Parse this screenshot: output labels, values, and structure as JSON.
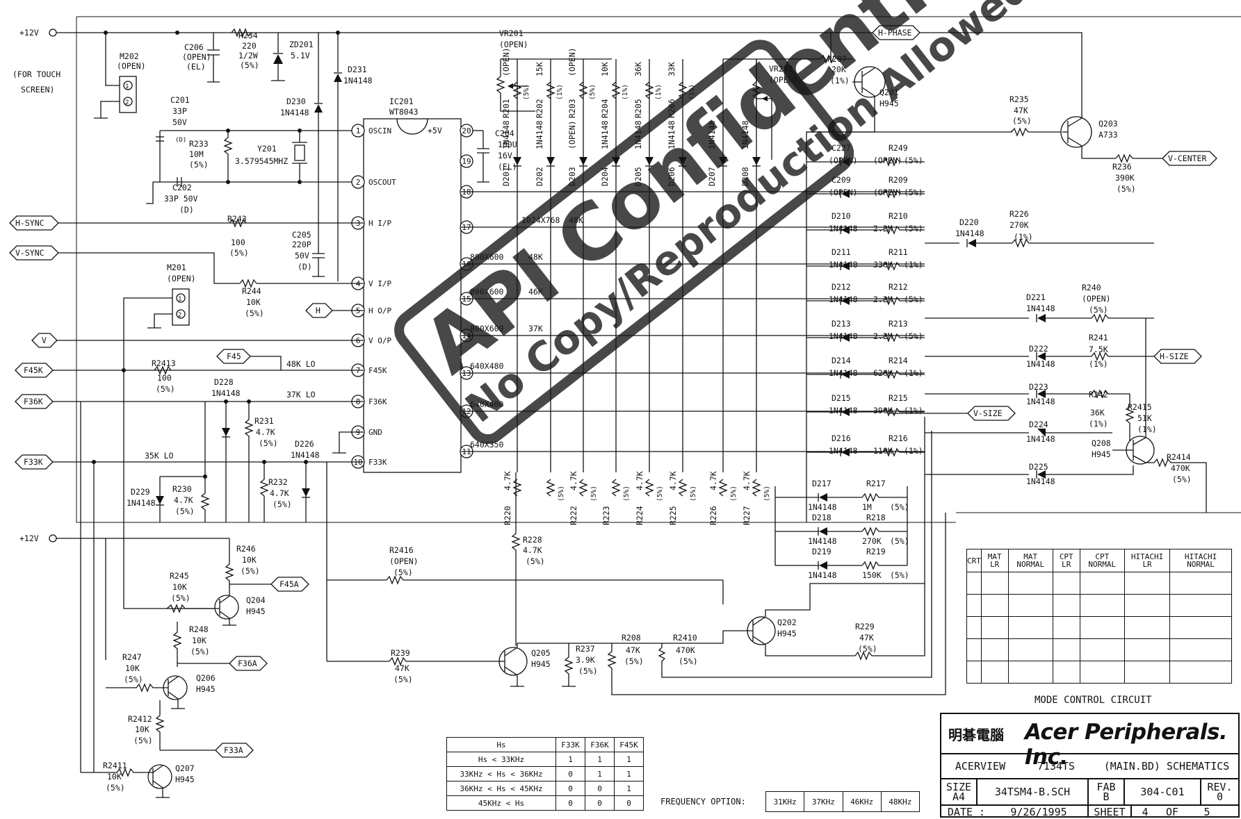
{
  "signals": {
    "plus12v_top": "+12V",
    "plus12v_bottom": "+12V",
    "h_sync": "H-SYNC",
    "v_sync": "V-SYNC",
    "h": "H",
    "v": "V",
    "f45k": "F45K",
    "f36k": "F36K",
    "f33k": "F33K",
    "f45": "F45",
    "f45a": "F45A",
    "f36a": "F36A",
    "f33a": "F33A",
    "h_phase": "H-PHASE",
    "v_center": "V-CENTER",
    "h_size": "H-SIZE",
    "v_size": "V-SIZE"
  },
  "notes": {
    "touch_screen_1": "(FOR TOUCH",
    "touch_screen_2": "SCREEN)",
    "lo48": "48K LO",
    "lo37": "37K LO",
    "lo35": "35K LO"
  },
  "ic": {
    "ref": "IC201",
    "part": "WT8043",
    "vcc": "+5V",
    "pins_left": [
      {
        "num": "1",
        "name": "OSCIN"
      },
      {
        "num": "2",
        "name": "OSCOUT"
      },
      {
        "num": "3",
        "name": "H I/P"
      },
      {
        "num": "4",
        "name": "V I/P"
      },
      {
        "num": "5",
        "name": "H O/P"
      },
      {
        "num": "6",
        "name": "V O/P"
      },
      {
        "num": "7",
        "name": "F45K"
      },
      {
        "num": "8",
        "name": "F36K"
      },
      {
        "num": "9",
        "name": "GND"
      },
      {
        "num": "10",
        "name": "F33K"
      }
    ],
    "pins_right": [
      "20",
      "19",
      "18",
      "17",
      "16",
      "15",
      "14",
      "13",
      "12",
      "11"
    ]
  },
  "modes": [
    {
      "res": "1024X768",
      "freq": "48K"
    },
    {
      "res": "800X600",
      "freq": "48K"
    },
    {
      "res": "800X600",
      "freq": "46K"
    },
    {
      "res": "800X600",
      "freq": "37K"
    },
    {
      "res": "640X480",
      "freq": ""
    },
    {
      "res": "640X400",
      "freq": ""
    },
    {
      "res": "640X350",
      "freq": ""
    }
  ],
  "parts": {
    "m202": [
      "M202",
      "(OPEN)"
    ],
    "m201": [
      "M201",
      "(OPEN)"
    ],
    "c206": [
      "C206",
      "(OPEN)",
      "(EL)"
    ],
    "r234": [
      "R234",
      "220",
      "1/2W",
      "(5%)"
    ],
    "zd201": [
      "ZD201",
      "5.1V"
    ],
    "d231": [
      "D231",
      "1N4148"
    ],
    "d230": [
      "D230",
      "1N4148"
    ],
    "c201": [
      "C201",
      "33P",
      "50V",
      "(D)"
    ],
    "r233": [
      "R233",
      "10M",
      "(5%)"
    ],
    "y201": [
      "Y201",
      "3.579545MHZ"
    ],
    "c202": [
      "C202",
      "33P 50V",
      "(D)"
    ],
    "r243": [
      "R243",
      "100",
      "(5%)"
    ],
    "c205": [
      "C205",
      "220P",
      "50V",
      "(D)"
    ],
    "r244": [
      "R244",
      "10K",
      "(5%)"
    ],
    "r2413": [
      "R2413",
      "100",
      "(5%)"
    ],
    "d228": [
      "D228",
      "1N4148"
    ],
    "r231": [
      "R231",
      "4.7K",
      "(5%)"
    ],
    "d226": [
      "D226",
      "1N4148"
    ],
    "d229": [
      "D229",
      "1N4148"
    ],
    "r230": [
      "R230",
      "4.7K",
      "(5%)"
    ],
    "r232": [
      "R232",
      "4.7K",
      "(5%)"
    ],
    "c204": [
      "C204",
      "100U",
      "16V",
      "(EL)"
    ],
    "vr201": [
      "VR201",
      "(OPEN)"
    ],
    "vr202": [
      "VR202",
      "(OPEN)"
    ],
    "r207": [
      "R207",
      "20K",
      "(1%)"
    ],
    "q201": [
      "Q201",
      "H945"
    ],
    "r235": [
      "R235",
      "47K",
      "(5%)"
    ],
    "q203": [
      "Q203",
      "A733"
    ],
    "r236": [
      "R236",
      "390K",
      "(5%)"
    ],
    "r246": [
      "R246",
      "10K",
      "(5%)"
    ],
    "r245": [
      "R245",
      "10K",
      "(5%)"
    ],
    "q204": [
      "Q204",
      "H945"
    ],
    "r248": [
      "R248",
      "10K",
      "(5%)"
    ],
    "r247": [
      "R247",
      "10K",
      "(5%)"
    ],
    "q206": [
      "Q206",
      "H945"
    ],
    "r2412": [
      "R2412",
      "10K",
      "(5%)"
    ],
    "r2411": [
      "R2411",
      "10K",
      "(5%)"
    ],
    "q207": [
      "Q207",
      "H945"
    ],
    "r2416": [
      "R2416",
      "(OPEN)",
      "(5%)"
    ],
    "r228": [
      "R228",
      "4.7K",
      "(5%)"
    ],
    "r239": [
      "R239",
      "47K",
      "(5%)"
    ],
    "q205": [
      "Q205",
      "H945"
    ],
    "r237": [
      "R237",
      "3.9K",
      "(5%)"
    ],
    "r208": [
      "R208",
      "47K",
      "(5%)"
    ],
    "r2410": [
      "R2410",
      "470K",
      "(5%)"
    ],
    "q202": [
      "Q202",
      "H945"
    ],
    "r229": [
      "R229",
      "47K",
      "(5%)"
    ],
    "d220": [
      "D220",
      "1N4148"
    ],
    "r226": [
      "R226",
      "270K",
      "(1%)"
    ],
    "d221": [
      "D221",
      "1N4148"
    ],
    "r240": [
      "R240",
      "(OPEN)",
      "(5%)"
    ],
    "d222": [
      "D222",
      "1N4148"
    ],
    "r241": [
      "R241",
      "7.5K",
      "(1%)"
    ],
    "d223": [
      "D223",
      "1N4148"
    ],
    "r242": [
      "R242",
      "36K",
      "(1%)"
    ],
    "r2415": [
      "R2415",
      "51K",
      "(1%)"
    ],
    "d224": [
      "D224",
      "1N4148"
    ],
    "q208": [
      "Q208",
      "H945"
    ],
    "d225": [
      "D225",
      "1N4148"
    ],
    "r2414": [
      "R2414",
      "470K",
      "(5%)"
    ]
  },
  "vertical_parts": [
    {
      "r": "R201",
      "rv": "(OPEN)",
      "rt": "(5%)",
      "d": "D201",
      "dp": "1N4148"
    },
    {
      "r": "R202",
      "rv": "15K",
      "rt": "(1%)",
      "d": "D202",
      "dp": "1N4148"
    },
    {
      "r": "R203",
      "rv": "(OPEN)",
      "rt": "(5%)",
      "d": "D203",
      "dp": "(OPEN)"
    },
    {
      "r": "R204",
      "rv": "10K",
      "rt": "(1%)",
      "d": "D204",
      "dp": "1N4148"
    },
    {
      "r": "R205",
      "rv": "36K",
      "rt": "(1%)",
      "d": "D205",
      "dp": "1N4148"
    },
    {
      "r": "R206",
      "rv": "33K",
      "rt": "(1%)",
      "d": "D206",
      "dp": "1N4148"
    },
    {
      "r": "",
      "rv": "",
      "rt": "",
      "d": "D207",
      "dp": "1N4148"
    },
    {
      "r": "",
      "rv": "",
      "rt": "",
      "d": "D208",
      "dp": "1N4148"
    }
  ],
  "pulldowns": [
    {
      "r": "R220",
      "v": "4.7K",
      "t": ""
    },
    {
      "r": "",
      "v": "",
      "t": "(5%)"
    },
    {
      "r": "R222",
      "v": "4.7K",
      "t": "(5%)"
    },
    {
      "r": "R223",
      "v": "",
      "t": "(5%)"
    },
    {
      "r": "R224",
      "v": "4.7K",
      "t": "(5%)"
    },
    {
      "r": "R225",
      "v": "4.7K",
      "t": "(5%)"
    },
    {
      "r": "R226",
      "v": "4.7K",
      "t": "(5%)"
    },
    {
      "r": "R227",
      "v": "4.7K",
      "t": "(5%)"
    }
  ],
  "ladder": [
    {
      "d": "C227",
      "dp": "(OPEN)",
      "r": "R249",
      "rv": "(OPEN)",
      "rt": "(5%)"
    },
    {
      "d": "C209",
      "dp": "(OPEN)",
      "r": "R209",
      "rv": "(OPEN)",
      "rt": "(5%)"
    },
    {
      "d": "D210",
      "dp": "1N4148",
      "r": "R210",
      "rv": "2.2M",
      "rt": "(5%)"
    },
    {
      "d": "D211",
      "dp": "1N4148",
      "r": "R211",
      "rv": "330K",
      "rt": "(1%)"
    },
    {
      "d": "D212",
      "dp": "1N4148",
      "r": "R212",
      "rv": "2.2M",
      "rt": "(5%)"
    },
    {
      "d": "D213",
      "dp": "1N4148",
      "r": "R213",
      "rv": "2.2M",
      "rt": "(5%)"
    },
    {
      "d": "D214",
      "dp": "1N4148",
      "r": "R214",
      "rv": "620K",
      "rt": "(1%)"
    },
    {
      "d": "D215",
      "dp": "1N4148",
      "r": "R215",
      "rv": "390K",
      "rt": "(1%)"
    },
    {
      "d": "D216",
      "dp": "1N4148",
      "r": "R216",
      "rv": "110K",
      "rt": "(1%)"
    }
  ],
  "ladder2": [
    {
      "d": "D217",
      "dp": "1N4148",
      "r": "R217",
      "rv": "1M",
      "rt": "(5%)"
    },
    {
      "d": "D218",
      "dp": "1N4148",
      "r": "R218",
      "rv": "270K",
      "rt": "(5%)"
    },
    {
      "d": "D219",
      "dp": "1N4148",
      "r": "R219",
      "rv": "150K",
      "rt": "(5%)"
    }
  ],
  "stamp": {
    "line1": "API Confidential",
    "line2": "No Copy/Reproduction Allowed"
  },
  "mode_table": {
    "headers": [
      "CRT",
      "MAT LR",
      "MAT NORMAL",
      "CPT LR",
      "CPT NORMAL",
      "HITACHI LR",
      "HITACHI NORMAL"
    ],
    "empty_rows": 5,
    "caption": "MODE CONTROL CIRCUIT"
  },
  "hs_table": {
    "headers": [
      "Hs",
      "F33K",
      "F36K",
      "F45K"
    ],
    "rows": [
      [
        "Hs < 33KHz",
        "1",
        "1",
        "1"
      ],
      [
        "33KHz < Hs < 36KHz",
        "0",
        "1",
        "1"
      ],
      [
        "36KHz < Hs < 45KHz",
        "0",
        "0",
        "1"
      ],
      [
        "45KHz < Hs",
        "0",
        "0",
        "0"
      ]
    ]
  },
  "freq_option": {
    "label": "FREQUENCY OPTION:",
    "options": [
      "31KHz",
      "37KHz",
      "46KHz",
      "48KHz"
    ]
  },
  "title_block": {
    "logo_cjk": "明碁電腦",
    "company": "Acer Peripherals. Inc.",
    "model": "ACERVIEW",
    "model_no": "7134TS",
    "board": "(MAIN.BD) SCHEMATICS",
    "size_label": "SIZE",
    "size": "A4",
    "file": "34TSM4-B.SCH",
    "fab_label": "FAB",
    "fab": "B",
    "doc_no": "304-C01",
    "rev_label": "REV.",
    "rev": "0",
    "date_label": "DATE :",
    "date": "9/26/1995",
    "sheet_label": "SHEET",
    "sheet": "4",
    "of_label": "OF",
    "sheet_total": "5"
  },
  "colors": {
    "ink": "#111111",
    "paper": "#ffffff"
  }
}
